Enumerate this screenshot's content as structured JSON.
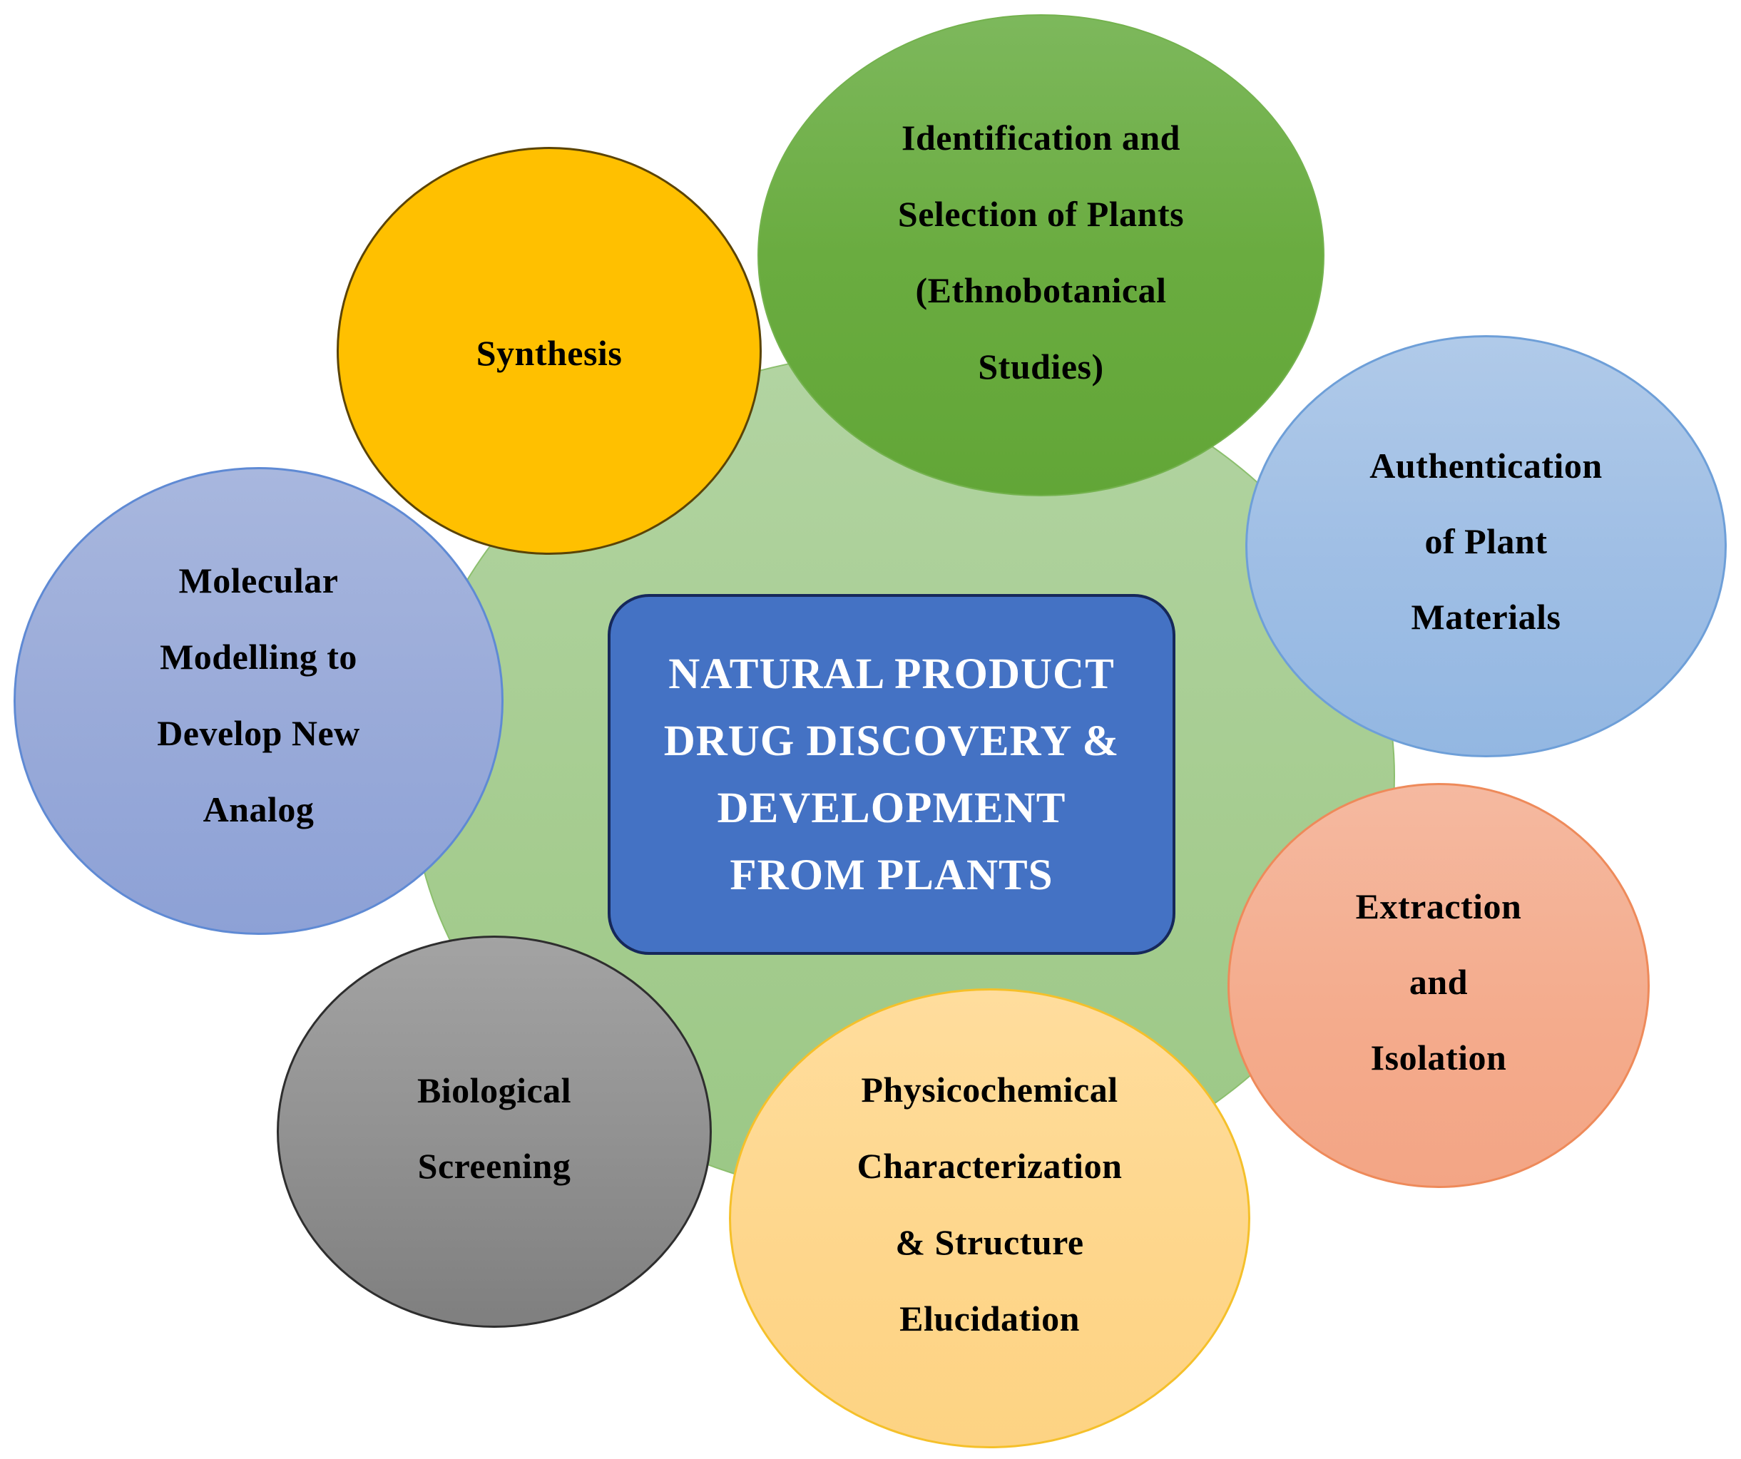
{
  "diagram": {
    "type": "hub-and-spoke",
    "center": {
      "lines": [
        "NATURAL PRODUCT",
        "DRUG DISCOVERY &",
        "DEVELOPMENT",
        "FROM PLANTS"
      ],
      "fill": "#4472c4",
      "border": "#16285a",
      "text_color": "#ffffff"
    },
    "hub_background": {
      "fill": "#a9cf95"
    },
    "nodes": [
      {
        "id": "identification",
        "lines": [
          "Identification and",
          "Selection of Plants",
          "(Ethnobotanical",
          "Studies)"
        ],
        "fill": "#6aac40"
      },
      {
        "id": "authentication",
        "lines": [
          "Authentication",
          "of Plant",
          "Materials"
        ],
        "fill": "#a0bfe5"
      },
      {
        "id": "extraction",
        "lines": [
          "Extraction",
          "and",
          "Isolation"
        ],
        "fill": "#f4ab8c"
      },
      {
        "id": "physicochemical",
        "lines": [
          "Physicochemical",
          "Characterization",
          "& Structure",
          "Elucidation"
        ],
        "fill": "#fed68b"
      },
      {
        "id": "biological-screening",
        "lines": [
          "Biological",
          "Screening"
        ],
        "fill": "#929292"
      },
      {
        "id": "molecular-modelling",
        "lines": [
          "Molecular",
          "Modelling to",
          "Develop New",
          "Analog"
        ],
        "fill": "#9aabd9"
      },
      {
        "id": "synthesis",
        "lines": [
          "Synthesis"
        ],
        "fill": "#ffc000"
      }
    ]
  }
}
